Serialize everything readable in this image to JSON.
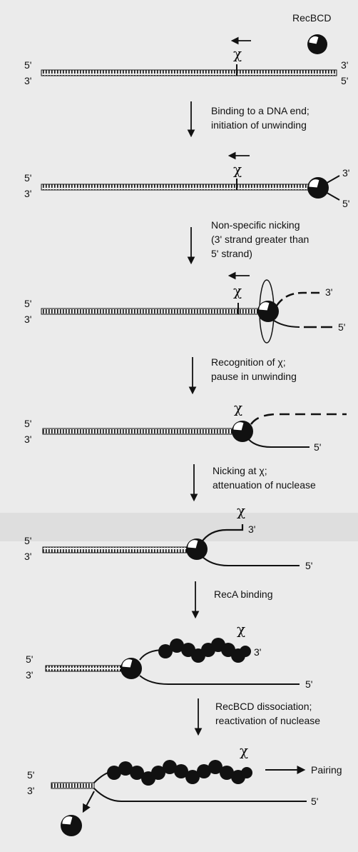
{
  "enzyme_label": "RecBCD",
  "chi_symbol": "χ",
  "end_labels": {
    "five_prime": "5'",
    "three_prime": "3'"
  },
  "steps": [
    {
      "lines": [
        "Binding to a DNA end;",
        "initiation of unwinding"
      ]
    },
    {
      "lines": [
        "Non-specific nicking",
        "(3' strand greater than",
        "5' strand)"
      ]
    },
    {
      "lines": [
        "Recognition of χ;",
        "pause in unwinding"
      ]
    },
    {
      "lines": [
        "Nicking at χ;",
        "attenuation of nuclease"
      ]
    },
    {
      "lines": [
        "RecA binding"
      ]
    },
    {
      "lines": [
        "RecBCD dissociation;",
        "reactivation of nuclease"
      ]
    }
  ],
  "final_label": "Pairing",
  "colors": {
    "background": "#ebebeb",
    "ink": "#111111",
    "band": "#d6d6d6"
  }
}
